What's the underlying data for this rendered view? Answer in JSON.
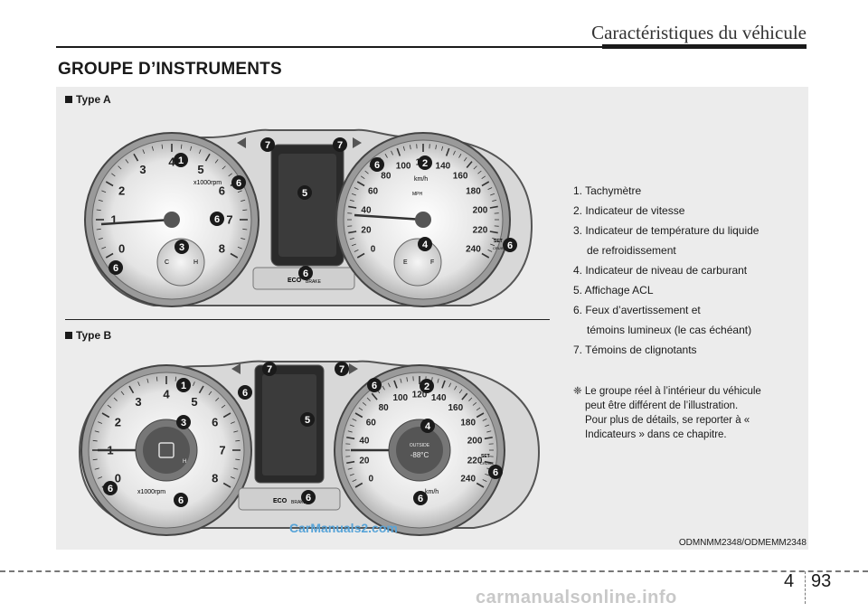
{
  "header": {
    "chapter_title": "Caractéristiques du véhicule"
  },
  "section": {
    "title": "GROUPE D’INSTRUMENTS"
  },
  "figure": {
    "type_a_label": "Type A",
    "type_b_label": "Type B",
    "code": "ODMNMM2348/ODMEMM2348",
    "watermark": "CarManuals2.com",
    "callouts_a": [
      "7",
      "7",
      "1",
      "6",
      "6",
      "3",
      "6",
      "5",
      "6",
      "6",
      "2",
      "4",
      "6"
    ],
    "callouts_b": [
      "7",
      "7",
      "1",
      "6",
      "3",
      "6",
      "6",
      "5",
      "6",
      "6",
      "2",
      "4",
      "6",
      "6"
    ],
    "tach_a": {
      "numbers": [
        "0",
        "1",
        "2",
        "3",
        "4",
        "5",
        "6",
        "7",
        "8"
      ],
      "unit": "x1000rpm"
    },
    "speedo_a": {
      "numbers": [
        "0",
        "20",
        "40",
        "60",
        "80",
        "100",
        "120",
        "140",
        "160",
        "180",
        "200",
        "220",
        "240"
      ],
      "unit": "km/h"
    },
    "tach_b": {
      "numbers": [
        "0",
        "1",
        "2",
        "3",
        "4",
        "5",
        "6",
        "7",
        "8"
      ],
      "unit": "x1000rpm"
    },
    "speedo_b": {
      "numbers": [
        "0",
        "20",
        "40",
        "60",
        "80",
        "100",
        "120",
        "140",
        "160",
        "180",
        "200",
        "220",
        "240"
      ],
      "unit": "km/h"
    },
    "temp_gauge": {
      "cold": "C",
      "hot": "H"
    },
    "fuel_gauge": {
      "empty": "E",
      "full": "F"
    },
    "indicator_labels": [
      "ECO",
      "BRAKE",
      "SET",
      "CRUISE",
      "MPH",
      "OUTSIDE",
      "-88°C"
    ]
  },
  "legend": {
    "items": [
      "1. Tachymètre",
      "2. Indicateur de vitesse",
      "3. Indicateur de température du liquide",
      "de refroidissement",
      "4. Indicateur de niveau de carburant",
      "5. Affichage ACL",
      "6. Feux d’avertissement et",
      "témoins lumineux (le cas échéant)",
      "7. Témoins de clignotants"
    ]
  },
  "note": {
    "lines": [
      "❈ Le groupe réel à l’intérieur du véhicule",
      "peut être différent de l’illustration.",
      "Pour plus de détails, se reporter à «",
      "Indicateurs » dans ce chapitre."
    ]
  },
  "footer": {
    "chapter": "4",
    "page": "93",
    "site_watermark": "carmanualsonline.info"
  }
}
